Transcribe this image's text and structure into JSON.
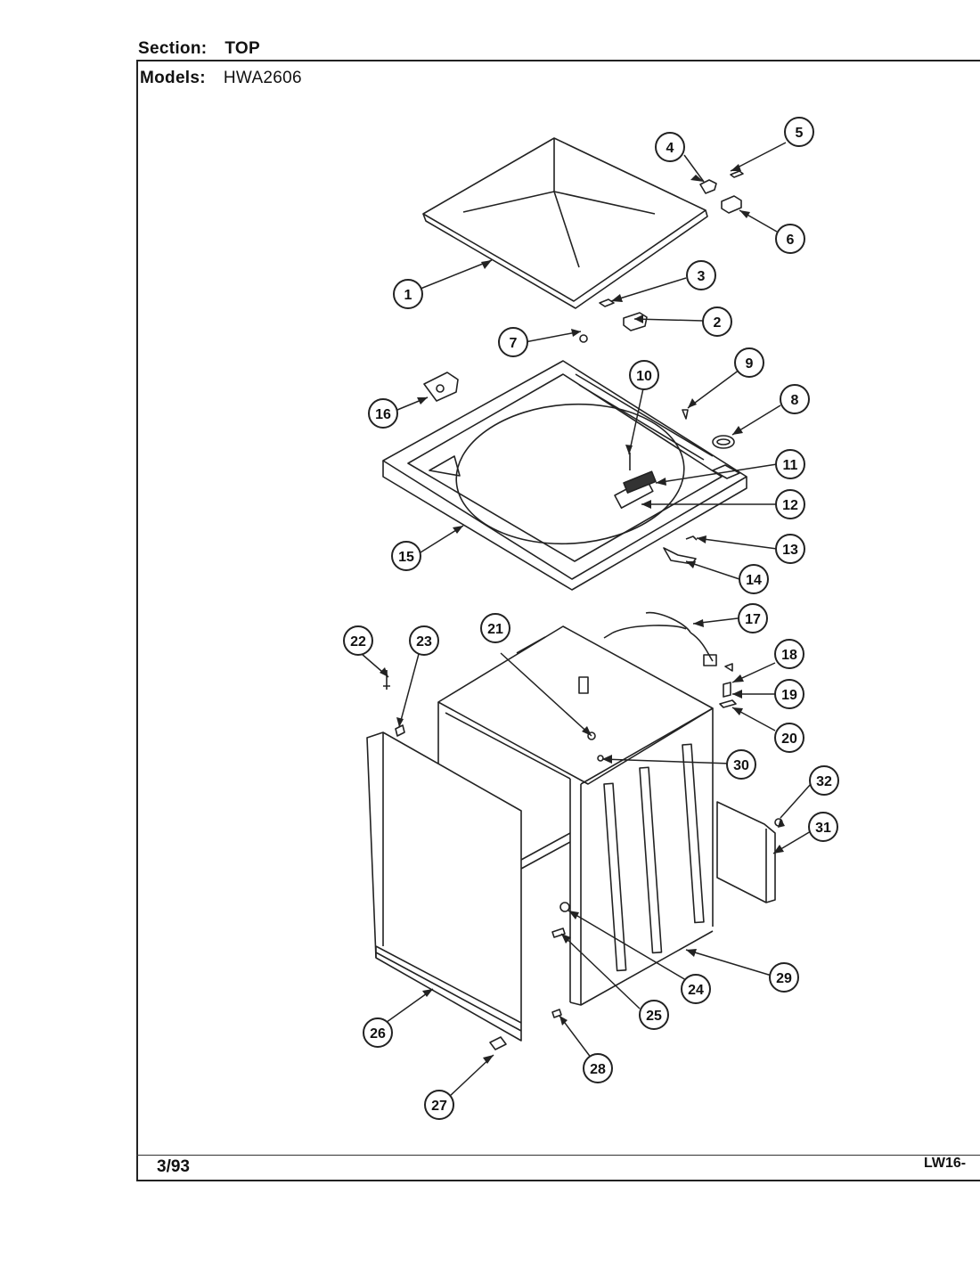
{
  "header": {
    "section_label": "Section:",
    "section_value": "TOP",
    "models_label": "Models:",
    "models_value": "HWA2606"
  },
  "footer": {
    "date": "3/93",
    "code": "LW16-"
  },
  "parts": [
    {
      "id": "1",
      "label": "1"
    },
    {
      "id": "2",
      "label": "2"
    },
    {
      "id": "3",
      "label": "3"
    },
    {
      "id": "4",
      "label": "4"
    },
    {
      "id": "5",
      "label": "5"
    },
    {
      "id": "6",
      "label": "6"
    },
    {
      "id": "7",
      "label": "7"
    },
    {
      "id": "8",
      "label": "8"
    },
    {
      "id": "9",
      "label": "9"
    },
    {
      "id": "10",
      "label": "10"
    },
    {
      "id": "11",
      "label": "11"
    },
    {
      "id": "12",
      "label": "12"
    },
    {
      "id": "13",
      "label": "13"
    },
    {
      "id": "14",
      "label": "14"
    },
    {
      "id": "15",
      "label": "15"
    },
    {
      "id": "16",
      "label": "16"
    },
    {
      "id": "17",
      "label": "17"
    },
    {
      "id": "18",
      "label": "18"
    },
    {
      "id": "19",
      "label": "19"
    },
    {
      "id": "20",
      "label": "20"
    },
    {
      "id": "21",
      "label": "21"
    },
    {
      "id": "22",
      "label": "22"
    },
    {
      "id": "23",
      "label": "23"
    },
    {
      "id": "24",
      "label": "24"
    },
    {
      "id": "25",
      "label": "25"
    },
    {
      "id": "26",
      "label": "26"
    },
    {
      "id": "27",
      "label": "27"
    },
    {
      "id": "28",
      "label": "28"
    },
    {
      "id": "29",
      "label": "29"
    },
    {
      "id": "30",
      "label": "30"
    },
    {
      "id": "31",
      "label": "31"
    },
    {
      "id": "32",
      "label": "32"
    }
  ]
}
